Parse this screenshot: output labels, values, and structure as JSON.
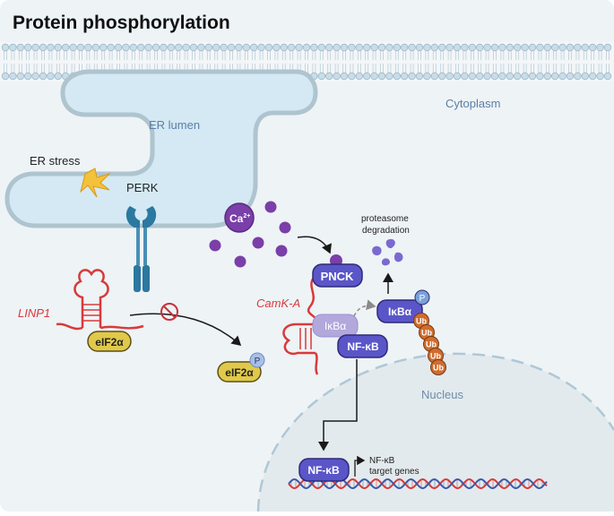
{
  "title": "Protein phosphorylation",
  "labels": {
    "cytoplasm": "Cytoplasm",
    "er_lumen": "ER lumen",
    "er_stress": "ER stress",
    "perk": "PERK",
    "calcium": "Ca",
    "calcium_charge": "2+",
    "linp1": "LINP1",
    "eif2a": "eIF2α",
    "eif2a_p": "eIF2α",
    "phospho": "P",
    "camk_a": "CamK-A",
    "pnck": "PNCK",
    "ikba": "IκBα",
    "ikba_p": "IκBα",
    "nfkb": "NF-κB",
    "nfkb_nuclear": "NF-κB",
    "proteasome_line1": "proteasome",
    "proteasome_line2": "degradation",
    "ubiquitin": "Ub",
    "nucleus": "Nucleus",
    "target_line1": "NF-κB",
    "target_line2": "target genes"
  },
  "colors": {
    "membrane_pink": "#c9dde8",
    "cytoplasm_bg": "#eef3f6",
    "er_fill": "#d4e9f3",
    "er_border": "#aec4ce",
    "label_blue": "#5b7fa6",
    "perk_blue": "#2b78a0",
    "calcium_purple": "#7a3fa8",
    "eif2_yellow": "#e0c94a",
    "rna_red": "#d83a3a",
    "pnck_purple": "#5a56c8",
    "ikba_light": "#b3a8dc",
    "ub_orange": "#cf6d2e",
    "phospho_blue": "#7aa0d8",
    "inhibit_red": "#c8323a",
    "nucleus_fill": "#e5ecef"
  }
}
